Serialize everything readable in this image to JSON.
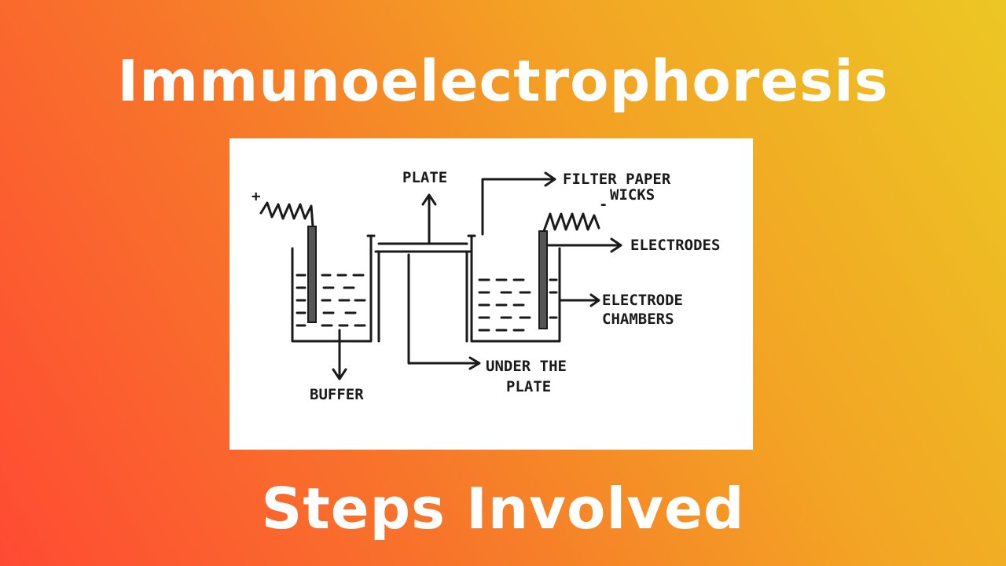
{
  "title": "Immunoelectrophoresis",
  "subtitle": "Steps Involved",
  "diagram": {
    "labels": {
      "plate": "PLATE",
      "filter_paper_line1": "FILTER PAPER",
      "filter_paper_line2": "WICKS",
      "electrodes": "ELECTRODES",
      "electrode_chambers_line1": "ELECTRODE",
      "electrode_chambers_line2": "CHAMBERS",
      "under_plate_line1": "UNDER THE",
      "under_plate_line2": "PLATE",
      "buffer": "BUFFER",
      "plus": "+",
      "minus": "-"
    }
  },
  "colors": {
    "gradient_start": "#ff4a33",
    "gradient_end": "#ecc724",
    "text": "#ffffff",
    "ink": "#1a1a1a"
  }
}
